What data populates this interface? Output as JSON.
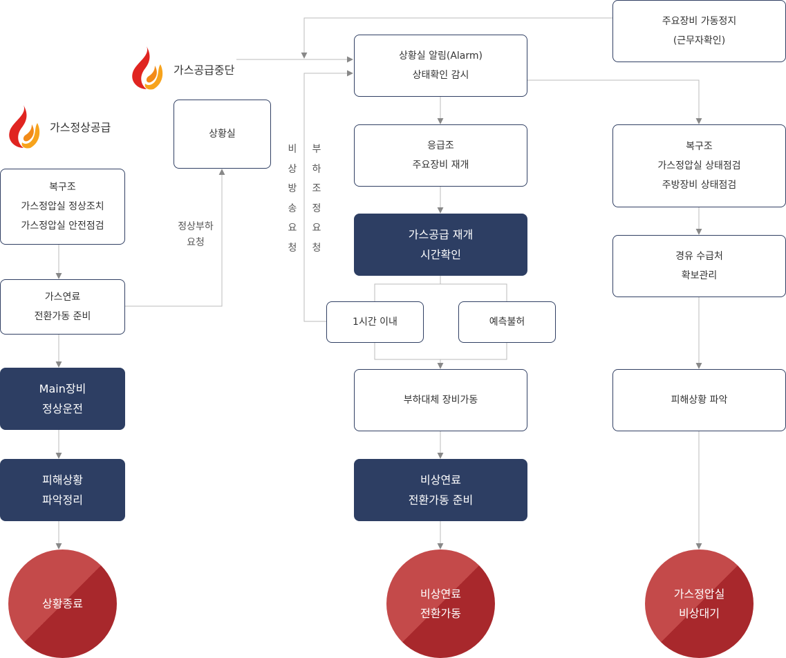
{
  "headers": {
    "normal_supply": "가스정상공급",
    "supply_stop": "가스공급중단"
  },
  "left": {
    "recovery_box": [
      "복구조",
      "가스정압실 정상조치",
      "가스정압실 안전점검"
    ],
    "fuel_box": [
      "가스연료",
      "전환가동 준비"
    ],
    "main_box": [
      "Main장비",
      "정상운전"
    ],
    "damage_box": [
      "피해상황",
      "파악정리"
    ],
    "end_circle": [
      "상황종료"
    ]
  },
  "control_room": {
    "box": [
      "상황실"
    ],
    "label": [
      "정상부하",
      "요청"
    ]
  },
  "vertical_labels": {
    "broadcast": [
      "비",
      "상",
      "방",
      "송",
      "요",
      "청"
    ],
    "load_adjust": [
      "부",
      "하",
      "조",
      "정",
      "요",
      "청"
    ]
  },
  "center": {
    "alarm_box": [
      "상황실 알림(Alarm)",
      "상태확인 감시"
    ],
    "emergency_box": [
      "응급조",
      "주요장비 재개"
    ],
    "resume_box": [
      "가스공급 재개",
      "시간확인"
    ],
    "within_hour": [
      "1시간 이내"
    ],
    "unpredictable": [
      "예측불허"
    ],
    "load_replace": [
      "부하대체 장비가동"
    ],
    "emergency_fuel": [
      "비상연료",
      "전환가동 준비"
    ],
    "end_circle": [
      "비상연료",
      "전환가동"
    ]
  },
  "right": {
    "stop_box": [
      "주요장비 가동정지",
      "(근무자확인)"
    ],
    "recovery_box": [
      "복구조",
      "가스정압실 상태점검",
      "주방장비 상태점검"
    ],
    "diesel_box": [
      "경유 수급처",
      "확보관리"
    ],
    "damage_box": [
      "피해상황 파악"
    ],
    "end_circle": [
      "가스정압실",
      "비상대기"
    ]
  },
  "colors": {
    "navy": "#2d3e63",
    "red_light": "#c44a4a",
    "red_dark": "#a8282c",
    "connector": "#bbbbbb",
    "arrow": "#888888",
    "flame_red": "#e02420",
    "flame_orange": "#f7a31c"
  },
  "icons": [
    "flame-icon"
  ]
}
